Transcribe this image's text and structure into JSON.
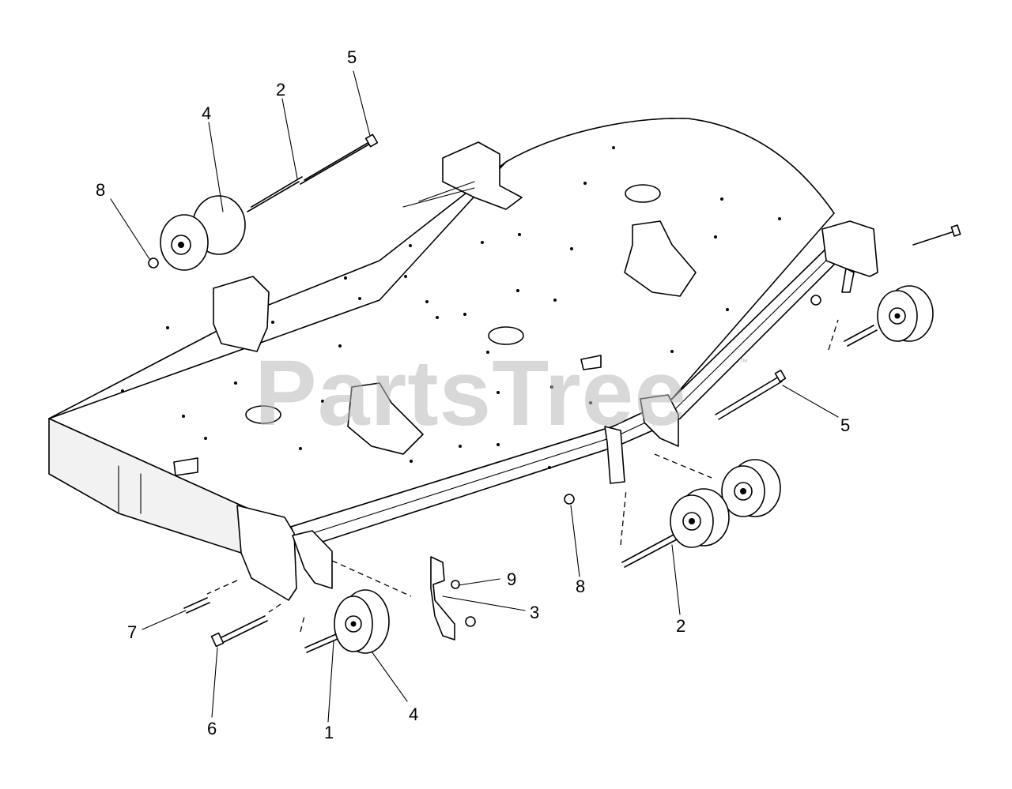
{
  "watermark": {
    "text": "PartsTree",
    "trademark": "™"
  },
  "callouts": [
    {
      "id": "c5-top",
      "label": "5"
    },
    {
      "id": "c2-top",
      "label": "2"
    },
    {
      "id": "c4-top",
      "label": "4"
    },
    {
      "id": "c8-left",
      "label": "8"
    },
    {
      "id": "c5-right",
      "label": "5"
    },
    {
      "id": "c9",
      "label": "9"
    },
    {
      "id": "c3",
      "label": "3"
    },
    {
      "id": "c8-mid",
      "label": "8"
    },
    {
      "id": "c2-bottom",
      "label": "2"
    },
    {
      "id": "c7",
      "label": "7"
    },
    {
      "id": "c6",
      "label": "6"
    },
    {
      "id": "c1",
      "label": "1"
    },
    {
      "id": "c4-bottom",
      "label": "4"
    }
  ]
}
